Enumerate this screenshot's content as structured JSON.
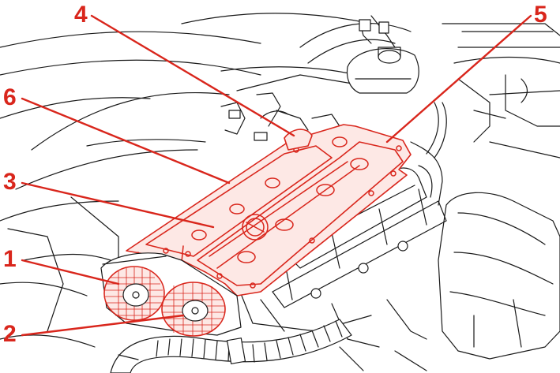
{
  "diagram": {
    "callouts": [
      {
        "id": "c1",
        "label": "1"
      },
      {
        "id": "c2",
        "label": "2"
      },
      {
        "id": "c3",
        "label": "3"
      },
      {
        "id": "c4",
        "label": "4"
      },
      {
        "id": "c5",
        "label": "5"
      },
      {
        "id": "c6",
        "label": "6"
      }
    ],
    "colors": {
      "highlight": "#d9261c",
      "highlight_fill": "#fde8e5",
      "linework": "#1a1a1a",
      "background": "#ffffff"
    }
  }
}
